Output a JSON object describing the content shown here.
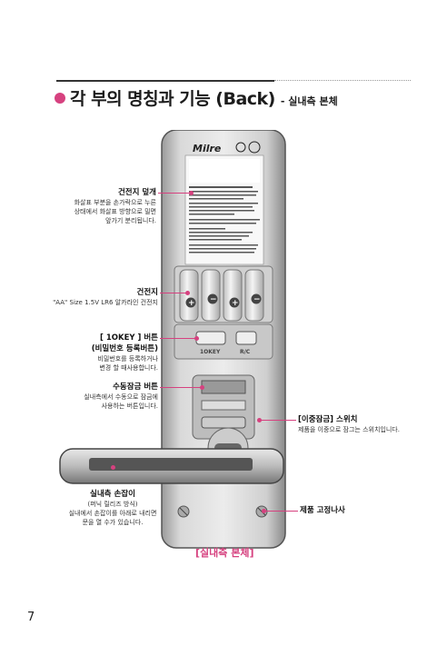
{
  "header": {
    "title": "각 부의 명칭과 기능 (Back)",
    "subtitle": "- 실내측 본체"
  },
  "device": {
    "brand": "Milre",
    "button_labels": [
      "1OKEY",
      "R/C"
    ]
  },
  "labels": {
    "battery_cover": {
      "heading": "건전지 덮개",
      "lines": [
        "화살표 부분을 손가락으로 누른",
        "상태에서 화살표 방향으로 밀면",
        "앞가기 분리됩니다."
      ]
    },
    "battery": {
      "heading": "건전지",
      "lines": [
        "\"AA\" Size 1.5V LR6 알카라인 건전지"
      ]
    },
    "onekey_button": {
      "heading": "[ 1OKEY ] 버튼",
      "heading2": "(비밀번호 등록버튼)",
      "lines": [
        "비밀번호를 등록하거나",
        "변경 할 때사용합니다."
      ]
    },
    "manual_lock": {
      "heading": "수동잠금 버튼",
      "lines": [
        "실내측에서 수동으로 잠금에",
        "사용하는 버튼입니다."
      ]
    },
    "double_lock": {
      "heading": "[이중잠금] 스위치",
      "lines": [
        "제품을 이중으로 잠그는 스위치입니다."
      ]
    },
    "handle": {
      "heading": "실내측 손잡이",
      "lines": [
        "(퍼닉 릴리즈 방식)",
        "실내에서 손잡이를 아래로 내리면",
        "문을 열 수가 있습니다."
      ]
    },
    "fixing_screw": {
      "heading": "제품 고정나사",
      "lines": []
    }
  },
  "caption": "[실내측 본체]",
  "page_number": "7"
}
